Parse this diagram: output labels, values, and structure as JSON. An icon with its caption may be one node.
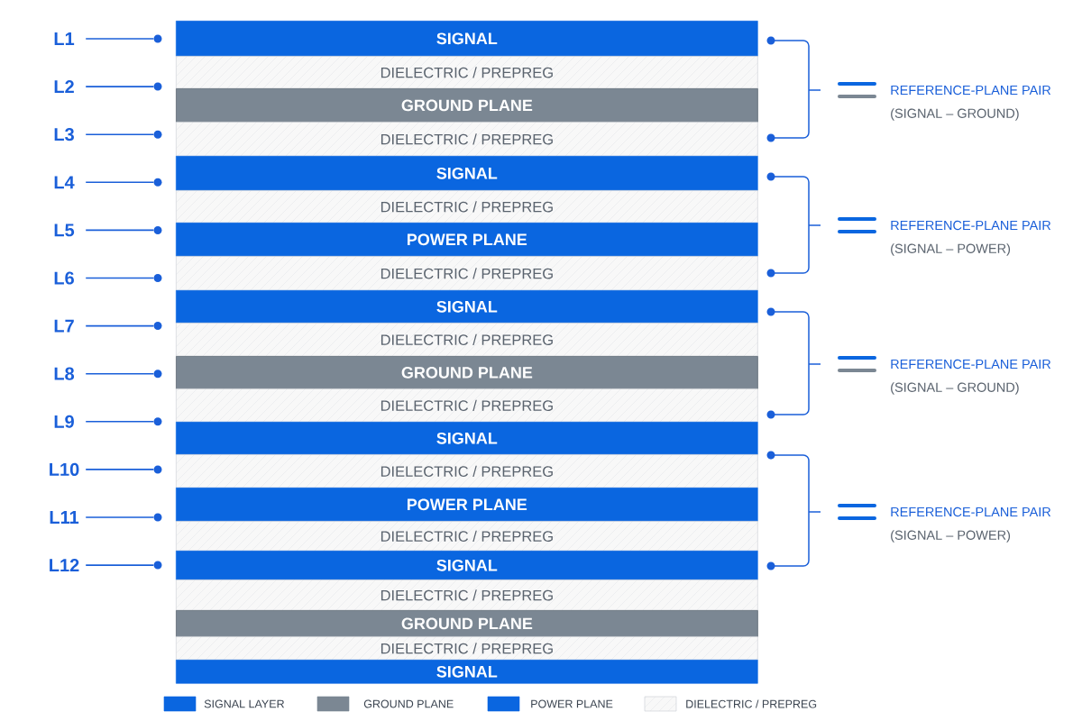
{
  "diagram": {
    "nodes": [
      {
        "text": [
          "L1"
        ]
      },
      {
        "text": [],
        "shape": "circle"
      },
      {
        "text": [
          "L2"
        ]
      },
      {
        "text": [],
        "shape": "circle"
      },
      {
        "text": [
          "L3"
        ]
      },
      {
        "text": [],
        "shape": "circle"
      },
      {
        "text": [
          "L4"
        ]
      },
      {
        "text": [],
        "shape": "circle"
      },
      {
        "text": [
          "L5"
        ]
      },
      {
        "text": [],
        "shape": "circle"
      },
      {
        "text": [
          "L6"
        ]
      },
      {
        "text": [],
        "shape": "circle"
      },
      {
        "text": [
          "L7"
        ]
      },
      {
        "text": [],
        "shape": "circle"
      },
      {
        "text": [
          "L8"
        ]
      },
      {
        "text": [],
        "shape": "circle"
      },
      {
        "text": [
          "L9"
        ]
      },
      {
        "text": [],
        "shape": "circle"
      },
      {
        "text": [
          "L10"
        ]
      },
      {
        "text": [],
        "shape": "circle"
      },
      {
        "text": [
          "L11"
        ]
      },
      {
        "text": [],
        "shape": "circle"
      },
      {
        "text": [
          "L12"
        ]
      },
      {
        "text": [],
        "shape": "circle"
      },
      {
        "text": [
          "SIGNAL"
        ]
      },
      {
        "text": [
          "DIELECTRIC / PREPREG"
        ]
      },
      {
        "text": [
          "GROUND PLANE"
        ]
      },
      {
        "text": [
          "DIELECTRIC / PREPREG"
        ]
      },
      {
        "text": [
          "SIGNAL"
        ]
      },
      {
        "text": [
          "DIELECTRIC / PREPREG"
        ]
      },
      {
        "text": [
          "POWER PLANE"
        ]
      },
      {
        "text": [
          "DIELECTRIC / PREPREG"
        ]
      },
      {
        "text": [
          "SIGNAL"
        ]
      },
      {
        "text": [
          "DIELECTRIC / PREPREG"
        ]
      },
      {
        "text": [
          "GROUND PLANE"
        ]
      },
      {
        "text": [
          "DIELECTRIC / PREPREG"
        ]
      },
      {
        "text": [
          "SIGNAL"
        ]
      },
      {
        "text": [
          "DIELECTRIC / PREPREG"
        ]
      },
      {
        "text": [
          "POWER PLANE"
        ]
      },
      {
        "text": [
          "DIELECTRIC / PREPREG"
        ]
      },
      {
        "text": [
          "SIGNAL"
        ]
      },
      {
        "text": [
          "DIELECTRIC / PREPREG"
        ]
      },
      {
        "text": [
          "GROUND PLANE"
        ]
      },
      {
        "text": [
          "DIELECTRIC / PREPREG"
        ]
      },
      {
        "text": [
          "SIGNAL"
        ]
      }
    ],
    "edges": [
      {
        "from": 0,
        "to": 1,
        "arrow": "none"
      },
      {
        "from": 2,
        "to": 3,
        "arrow": "none"
      },
      {
        "from": 4,
        "to": 5,
        "arrow": "none"
      },
      {
        "from": 6,
        "to": 7,
        "arrow": "none"
      },
      {
        "from": 8,
        "to": 9,
        "arrow": "none"
      },
      {
        "from": 10,
        "to": 11,
        "arrow": "none"
      },
      {
        "from": 12,
        "to": 13,
        "arrow": "none"
      },
      {
        "from": 14,
        "to": 15,
        "arrow": "none"
      },
      {
        "from": 16,
        "to": 17,
        "arrow": "none"
      },
      {
        "from": 18,
        "to": 19,
        "arrow": "none"
      },
      {
        "from": 20,
        "to": 21,
        "arrow": "none"
      },
      {
        "from": 22,
        "to": 23,
        "arrow": "none"
      }
    ],
    "labels": [
      "REFERENCE-PLANE PAIR",
      "(SIGNAL – GROUND)",
      "REFERENCE-PLANE PAIR",
      "(SIGNAL – POWER)",
      "REFERENCE-PLANE PAIR",
      "(SIGNAL – GROUND)",
      "REFERENCE-PLANE PAIR",
      "(SIGNAL – POWER)"
    ],
    "legend": [
      {
        "text": "SIGNAL LAYER",
        "color": "#0a66e0"
      },
      {
        "text": "GROUND PLANE",
        "color": "#7b8793"
      },
      {
        "text": "POWER PLANE",
        "color": "#0a66e0"
      },
      {
        "text": "DIELECTRIC / PREPREG"
      }
    ]
  }
}
